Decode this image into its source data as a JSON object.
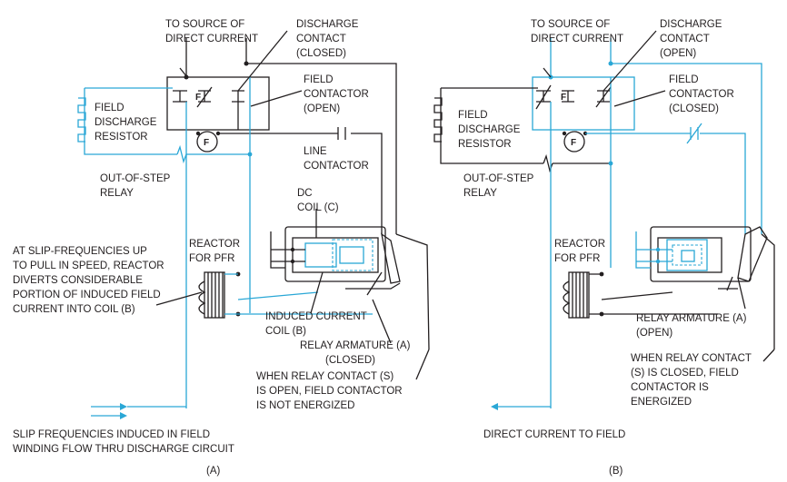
{
  "panel_a": {
    "to_source": [
      "TO SOURCE OF",
      "DIRECT CURRENT"
    ],
    "discharge_contact": [
      "DISCHARGE",
      "CONTACT",
      "(CLOSED)"
    ],
    "field_contactor": [
      "FIELD",
      "CONTACTOR",
      "(OPEN)"
    ],
    "field_discharge_resistor": [
      "FIELD",
      "DISCHARGE",
      "RESISTOR"
    ],
    "line_contactor": [
      "LINE",
      "CONTACTOR"
    ],
    "out_of_step_relay": [
      "OUT-OF-STEP",
      "RELAY"
    ],
    "dc_coil": [
      "DC",
      "COIL (C)"
    ],
    "reactor": [
      "REACTOR",
      "FOR PFR"
    ],
    "slip_note": [
      "AT SLIP-FREQUENCIES UP",
      "TO PULL IN SPEED, REACTOR",
      "DIVERTS CONSIDERABLE",
      "PORTION OF INDUCED FIELD",
      "CURRENT INTO COIL (B)"
    ],
    "induced_coil": [
      "INDUCED CURRENT",
      "COIL (B)"
    ],
    "relay_armature": [
      "RELAY ARMATURE (A)",
      "(CLOSED)"
    ],
    "relay_contact_note": [
      "WHEN RELAY CONTACT (S)",
      "IS OPEN, FIELD CONTACTOR",
      "IS NOT ENERGIZED"
    ],
    "bottom_note": [
      "SLIP FREQUENCIES INDUCED IN FIELD",
      "WINDING FLOW THRU DISCHARGE CIRCUIT"
    ],
    "caption": "(A)"
  },
  "panel_b": {
    "to_source": [
      "TO SOURCE OF",
      "DIRECT CURRENT"
    ],
    "discharge_contact": [
      "DISCHARGE",
      "CONTACT",
      "(OPEN)"
    ],
    "field_contactor": [
      "FIELD",
      "CONTACTOR",
      "(CLOSED)"
    ],
    "field_discharge_resistor": [
      "FIELD",
      "DISCHARGE",
      "RESISTOR"
    ],
    "out_of_step_relay": [
      "OUT-OF-STEP",
      "RELAY"
    ],
    "reactor": [
      "REACTOR",
      "FOR PFR"
    ],
    "relay_armature": [
      "RELAY ARMATURE (A)",
      "(OPEN)"
    ],
    "relay_contact_note": [
      "WHEN RELAY CONTACT",
      "(S) IS CLOSED, FIELD",
      "CONTACTOR IS",
      "ENERGIZED"
    ],
    "bottom_note": "DIRECT CURRENT TO FIELD",
    "caption": "(B)"
  },
  "symbols": {
    "f": "F"
  },
  "colors": {
    "line": "#231f20",
    "current": "#2aa7d6",
    "background": "#ffffff"
  }
}
